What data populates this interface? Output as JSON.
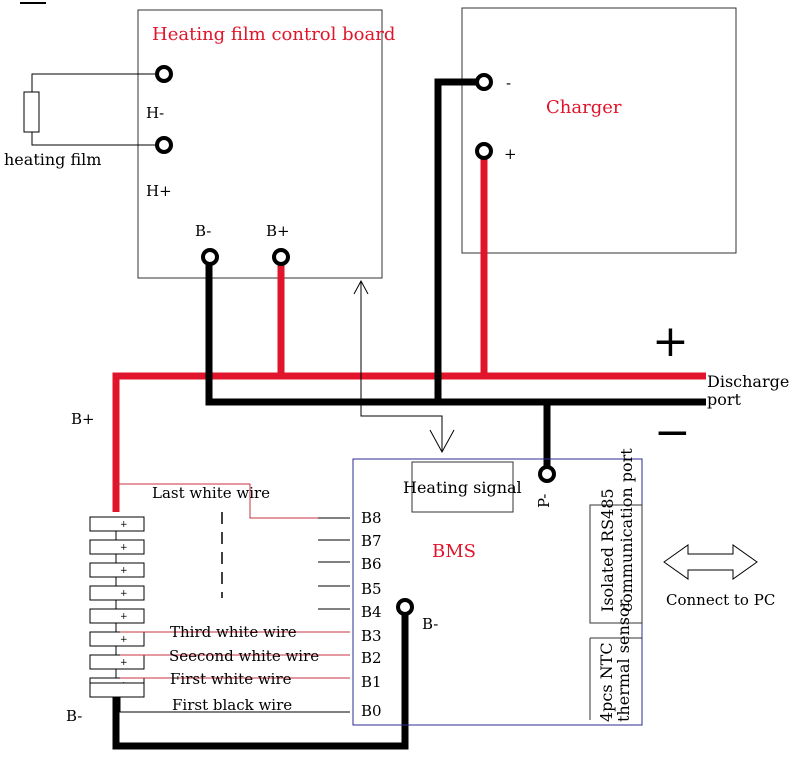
{
  "colors": {
    "red": "#e0142a",
    "black": "#000000",
    "bms_border": "#2b2b8f"
  },
  "heating_board": {
    "title": "Heating film control board",
    "h_minus": "H-",
    "h_plus": "H+",
    "b_minus": "B-",
    "b_plus": "B+"
  },
  "heating_film": {
    "label": "heating film"
  },
  "charger": {
    "title": "Charger",
    "minus": "-",
    "plus": "+"
  },
  "discharge": {
    "label_line1": "Discharge",
    "label_line2": "port",
    "plus_sign": "+",
    "minus_sign": "−"
  },
  "battery": {
    "b_plus": "B+",
    "b_minus": "B-"
  },
  "bms": {
    "title": "BMS",
    "heating_signal": "Heating signal",
    "p_minus": "P-",
    "b_minus": "B-",
    "pins": [
      "B8",
      "B7",
      "B6",
      "B5",
      "B4",
      "B3",
      "B2",
      "B1",
      "B0"
    ],
    "rs485_line1": "Isolated RS485",
    "rs485_line2": "communication port",
    "ntc_line1": "4pcs NTC",
    "ntc_line2": "thermal sensor"
  },
  "wires": {
    "last_white": "Last white wire",
    "third_white": "Third white wire",
    "second_white": "Seecond white wire",
    "first_white": "First white wire",
    "first_black": "First black wire"
  },
  "pc": {
    "label": "Connect to PC"
  }
}
